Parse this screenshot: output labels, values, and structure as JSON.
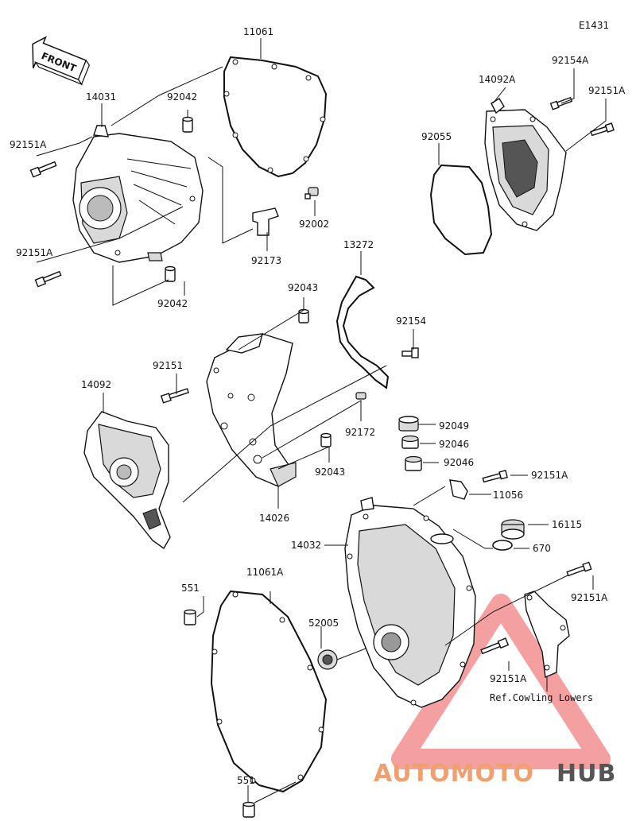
{
  "diagram_code": "E1431",
  "front_arrow_text": "FRONT",
  "ref_note": "Ref.Cowling Lowers",
  "watermark": {
    "part1": "AUTOMOTO",
    "part2": "HUB",
    "color1": "#f0a070",
    "color2": "#555555",
    "triangle_color": "#f08080"
  },
  "parts": {
    "p11061": "11061",
    "p14031": "14031",
    "p92042a": "92042",
    "p92151a_1": "92151A",
    "p92002": "92002",
    "p92173": "92173",
    "p92151a_2": "92151A",
    "p92042b": "92042",
    "p14092a": "14092A",
    "p92154a": "92154A",
    "p92151a_3": "92151A",
    "p92055": "92055",
    "p13272": "13272",
    "p92043a": "92043",
    "p92154": "92154",
    "p92151": "92151",
    "p14092": "14092",
    "p92172": "92172",
    "p92049": "92049",
    "p92046a": "92046",
    "p92046b": "92046",
    "p92043b": "92043",
    "p14026": "14026",
    "p92151a_4": "92151A",
    "p11056": "11056",
    "p16115": "16115",
    "p14032": "14032",
    "p670": "670",
    "p551a": "551",
    "p11061a": "11061A",
    "p52005": "52005",
    "p92151a_5": "92151A",
    "p92151a_6": "92151A",
    "p551b": "551"
  }
}
